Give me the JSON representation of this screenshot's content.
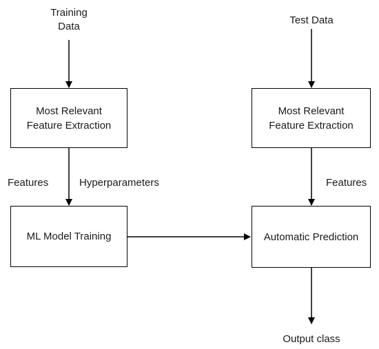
{
  "diagram": {
    "left_column": {
      "input_label": "Training\nData",
      "extraction_box": "Most Relevant\nFeature Extraction",
      "features_label": "Features",
      "hyperparameters_label": "Hyperparameters",
      "training_box": "ML Model Training"
    },
    "right_column": {
      "input_label": "Test Data",
      "extraction_box": "Most Relevant\nFeature Extraction",
      "features_label": "Features",
      "prediction_box": "Automatic Prediction",
      "output_label": "Output class"
    },
    "colors": {
      "line": "#000000",
      "text": "#1a1a1a",
      "background": "#ffffff"
    }
  }
}
